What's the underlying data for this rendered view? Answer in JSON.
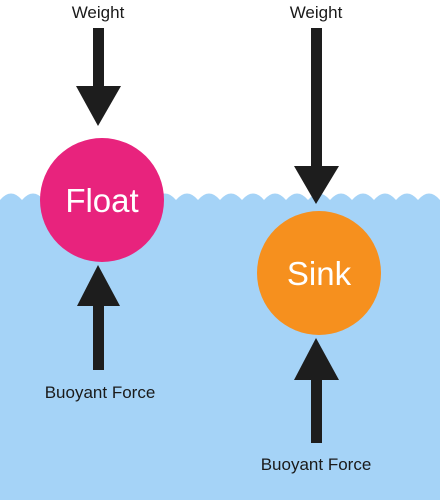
{
  "left": {
    "top_label": "Weight",
    "ball_label": "Float",
    "bottom_label": "Buoyant Force"
  },
  "right": {
    "top_label": "Weight",
    "ball_label": "Sink",
    "bottom_label": "Buoyant Force"
  },
  "colors": {
    "water": "#a5d3f7",
    "float_ball": "#e8237d",
    "sink_ball": "#f6901e",
    "arrow": "#1d1d1d"
  }
}
